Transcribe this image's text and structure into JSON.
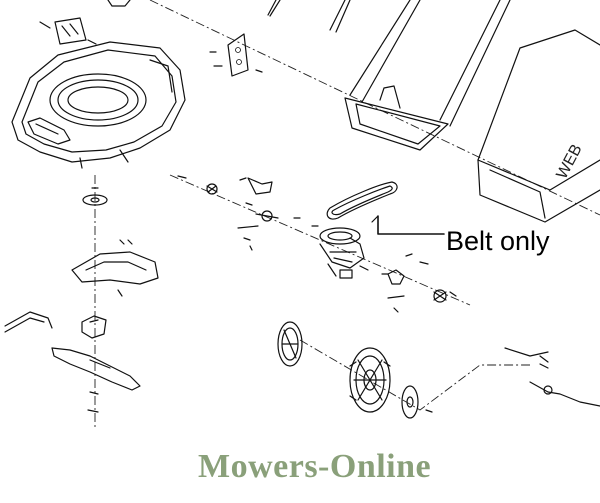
{
  "callout": {
    "label": "Belt only"
  },
  "brand": {
    "name": "Mowers-Online",
    "color": "#8aa07a"
  },
  "grass_bag": {
    "partial_text": "WEB"
  }
}
